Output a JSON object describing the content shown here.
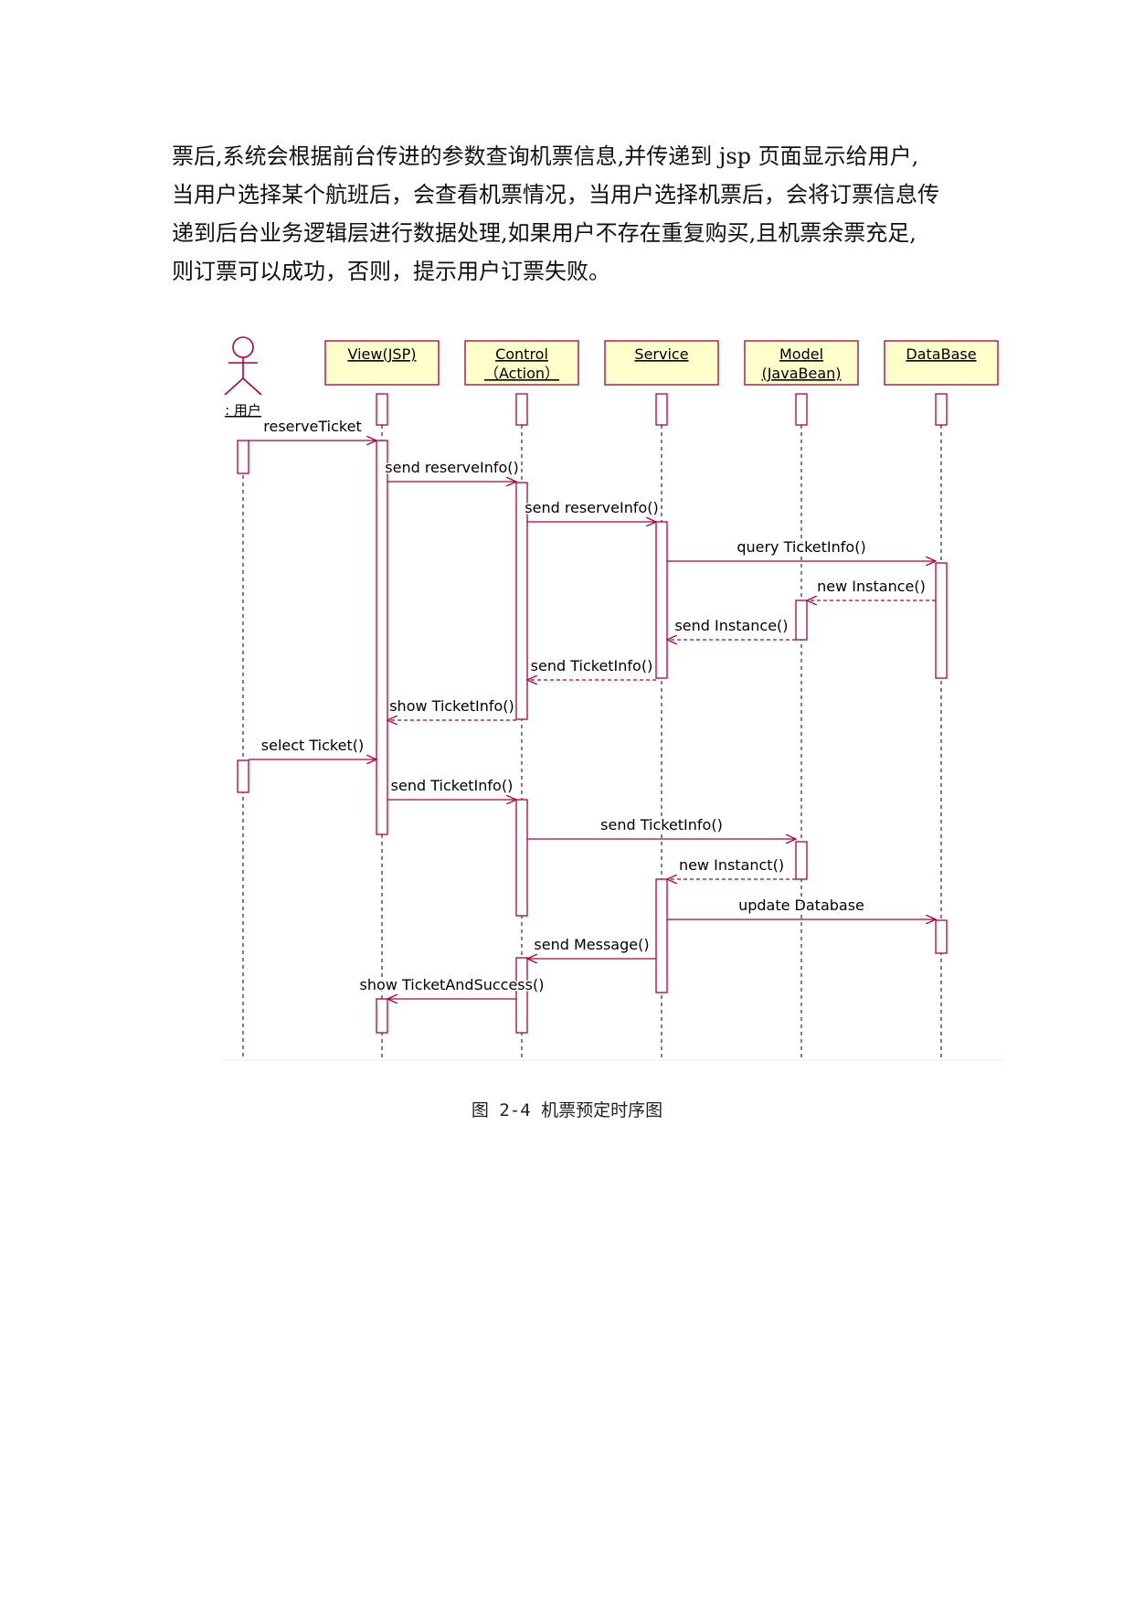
{
  "paragraph": {
    "lines": [
      "票后,系统会根据前台传进的参数查询机票信息,并传递到 jsp 页面显示给用户,",
      "当用户选择某个航班后，会查看机票情况，当用户选择机票后，会将订票信息传",
      "递到后台业务逻辑层进行数据处理,如果用户不存在重复购买,且机票余票充足,",
      "则订票可以成功，否则，提示用户订票失败。"
    ]
  },
  "diagram": {
    "colors": {
      "line": "#b0003a",
      "box_fill": "#ffffcc",
      "box_border": "#a0003a",
      "text": "#000000"
    },
    "actor": {
      "label": ": 用户",
      "icon": "stick-figure-icon"
    },
    "lifelines": [
      {
        "id": "view",
        "line1": "View(JSP)",
        "line2": ""
      },
      {
        "id": "control",
        "line1": "Control",
        "line2": "（Action）"
      },
      {
        "id": "service",
        "line1": "Service",
        "line2": ""
      },
      {
        "id": "model",
        "line1": "Model",
        "line2": "(JavaBean)"
      },
      {
        "id": "database",
        "line1": "DataBase",
        "line2": ""
      }
    ],
    "messages": [
      {
        "from": "user",
        "to": "view",
        "label": "reserveTicket",
        "type": "call"
      },
      {
        "from": "view",
        "to": "control",
        "label": "send reserveInfo()",
        "type": "call"
      },
      {
        "from": "control",
        "to": "service",
        "label": "send reserveInfo()",
        "type": "call"
      },
      {
        "from": "service",
        "to": "database",
        "label": "query TicketInfo()",
        "type": "call"
      },
      {
        "from": "database",
        "to": "model",
        "label": "new Instance()",
        "type": "return"
      },
      {
        "from": "model",
        "to": "service",
        "label": "send Instance()",
        "type": "return"
      },
      {
        "from": "service",
        "to": "control",
        "label": "send TicketInfo()",
        "type": "return"
      },
      {
        "from": "control",
        "to": "view",
        "label": "show TicketInfo()",
        "type": "return"
      },
      {
        "from": "user",
        "to": "view",
        "label": "select Ticket()",
        "type": "call"
      },
      {
        "from": "view",
        "to": "control",
        "label": "send TicketInfo()",
        "type": "call"
      },
      {
        "from": "control",
        "to": "model",
        "label": "send TicketInfo()",
        "type": "call"
      },
      {
        "from": "model",
        "to": "service",
        "label": "new Instanct()",
        "type": "return"
      },
      {
        "from": "service",
        "to": "database",
        "label": "update Database",
        "type": "call"
      },
      {
        "from": "service",
        "to": "control",
        "label": "send Message()",
        "type": "call"
      },
      {
        "from": "control",
        "to": "view",
        "label": "show TicketAndSuccess()",
        "type": "call"
      }
    ]
  },
  "caption": "图 2-4 机票预定时序图"
}
